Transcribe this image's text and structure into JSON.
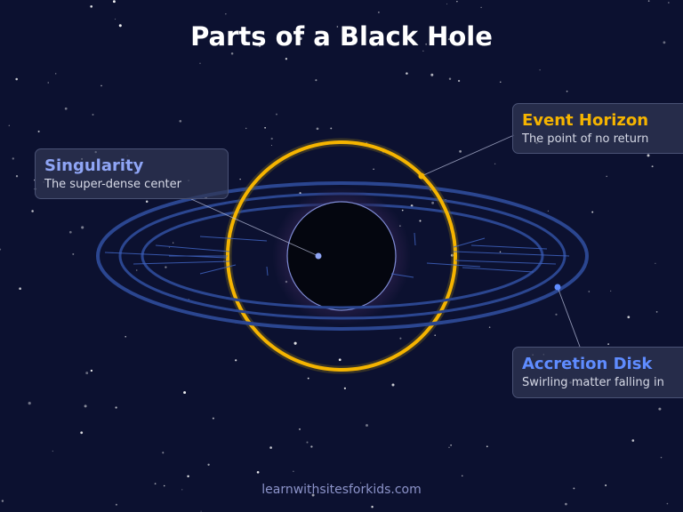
{
  "title": "Parts of a Black Hole",
  "footer": "learnwithsitesforkids.com",
  "labels": {
    "singularity": {
      "title": "Singularity",
      "description": "The super-dense center"
    },
    "event_horizon": {
      "title": "Event Horizon",
      "description": "The point of no return"
    },
    "accretion_disk": {
      "title": "Accretion Disk",
      "description": "Swirling matter falling in"
    }
  },
  "colors": {
    "background": "#0c1130",
    "singularity": "#8fa5f5",
    "event_horizon": "#f5b400",
    "accretion_disk": "#5f8cff",
    "disk_ring": "#2b4690",
    "hole": "#04060f"
  }
}
